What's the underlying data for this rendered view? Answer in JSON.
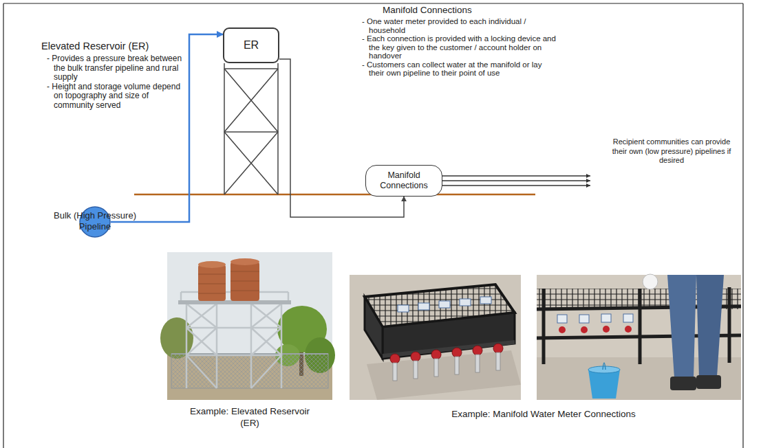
{
  "diagram": {
    "nodes": [
      {
        "text": [
          "ER"
        ]
      },
      {
        "text": [
          "Manifold Connections"
        ]
      },
      {
        "text": [
          "Bulk (High Pressure) Pipeline"
        ]
      }
    ],
    "edges": [
      {
        "from": 2,
        "to": 0,
        "arrow": "to"
      },
      {
        "from": 0,
        "to": 1,
        "arrow": "to"
      }
    ],
    "labels": [
      "Elevated Reservoir (ER)",
      "- Provides a pressure break between the bulk transfer pipeline and rural supply",
      "- Height and storage volume depend on topography and size of community served",
      "Manifold Connections",
      "- One water meter provided to each individual / household",
      "- Each connection is provided with a locking device and the key given to the customer / account holder on handover",
      "- Customers can collect water at the manifold or lay their own pipeline to their point of use",
      "Recipient communities can provide their own (low pressure) pipelines if desired",
      "Example: Elevated Reservoir (ER)",
      "Example: Manifold Water Meter Connections"
    ]
  }
}
